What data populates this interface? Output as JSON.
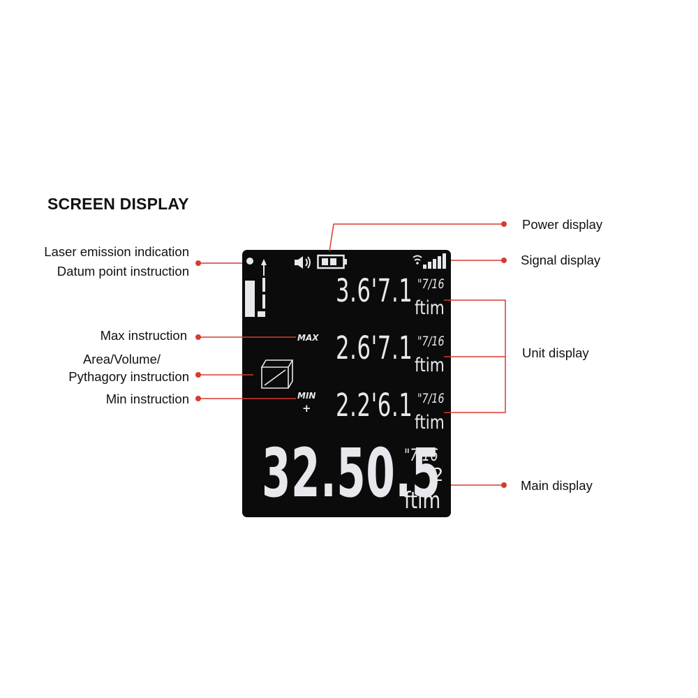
{
  "heading": "SCREEN DISPLAY",
  "labels": {
    "laser_emission": "Laser emission indication",
    "datum_point": "Datum point instruction",
    "max_instruction": "Max instruction",
    "area_volume_line1": "Area/Volume/",
    "area_volume_line2": "Pythagory instruction",
    "min_instruction": "Min instruction",
    "power_display": "Power display",
    "signal_display": "Signal display",
    "unit_display": "Unit display",
    "main_display": "Main display"
  },
  "lcd": {
    "max_tag": "MAX",
    "min_tag": "MIN",
    "plus_tag": "+",
    "readings": [
      {
        "value": "3.6'7.1",
        "fraction": "\"7/16",
        "unit": "ftim"
      },
      {
        "value": "2.6'7.1",
        "fraction": "\"7/16",
        "unit": "ftim"
      },
      {
        "value": "2.2'6.1",
        "fraction": "\"7/16",
        "unit": "ftim"
      }
    ],
    "main": {
      "value": "32.50.5",
      "fraction": "\"7/16",
      "superscript": "2",
      "unit": "ftim"
    }
  },
  "colors": {
    "callout": "#d63a2f",
    "lcd_background": "#0b0b0b",
    "lcd_segment": "#e8e8ec",
    "text": "#111111"
  },
  "icons": [
    "speaker-icon",
    "battery-icon",
    "signal-icon",
    "laser-indicator-icon",
    "datum-bars-icon",
    "cube-icon"
  ]
}
